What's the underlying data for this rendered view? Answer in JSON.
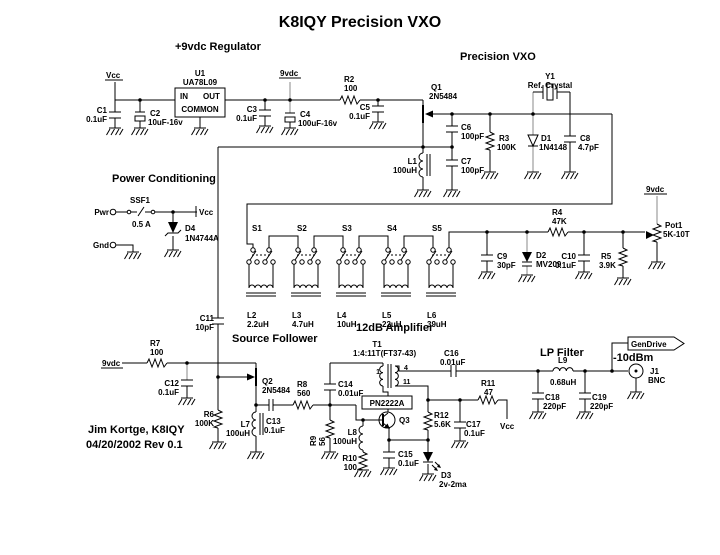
{
  "title": "K8IQY Precision VXO",
  "sections": {
    "regulator": "+9vdc Regulator",
    "vxo": "Precision VXO",
    "power_conditioning": "Power Conditioning",
    "source_follower": "Source Follower",
    "amplifier": "12dB Amplifier",
    "lp_filter": "LP Filter"
  },
  "credits": {
    "author": "Jim Kortge, K8IQY",
    "revision": "04/20/2002 Rev 0.1"
  },
  "nets": {
    "vcc": "Vcc",
    "v9": "9vdc",
    "pwr": "Pwr",
    "gnd": "Gnd"
  },
  "output": {
    "flag": "GenDrive",
    "level": "-10dBm"
  },
  "components": {
    "U1": {
      "ref": "U1",
      "value": "UA78L09",
      "pin_in": "IN",
      "pin_out": "OUT",
      "pin_common": "COMMON"
    },
    "C1": {
      "ref": "C1",
      "value": "0.1uF"
    },
    "C2": {
      "ref": "C2",
      "value": "10uF-16v"
    },
    "C3": {
      "ref": "C3",
      "value": "0.1uF"
    },
    "C4": {
      "ref": "C4",
      "value": "100uF-16v"
    },
    "C5": {
      "ref": "C5",
      "value": "0.1uF"
    },
    "R2": {
      "ref": "R2",
      "value": "100"
    },
    "Q1": {
      "ref": "Q1",
      "value": "2N5484"
    },
    "C6": {
      "ref": "C6",
      "value": "100pF"
    },
    "C7": {
      "ref": "C7",
      "value": "100pF"
    },
    "L1": {
      "ref": "L1",
      "value": "100uH"
    },
    "R3": {
      "ref": "R3",
      "value": "100K"
    },
    "D1": {
      "ref": "D1",
      "value": "1N4148"
    },
    "C8": {
      "ref": "C8",
      "value": "4.7pF"
    },
    "Y1": {
      "ref": "Y1",
      "value": "Ref. Crystal"
    },
    "SSF1": {
      "ref": "SSF1",
      "value": "0.5 A"
    },
    "D4": {
      "ref": "D4",
      "value": "1N4744A"
    },
    "C11": {
      "ref": "C11",
      "value": "10pF"
    },
    "S1": {
      "ref": "S1"
    },
    "S2": {
      "ref": "S2"
    },
    "S3": {
      "ref": "S3"
    },
    "S4": {
      "ref": "S4"
    },
    "S5": {
      "ref": "S5"
    },
    "L2": {
      "ref": "L2",
      "value": "2.2uH"
    },
    "L3": {
      "ref": "L3",
      "value": "4.7uH"
    },
    "L4": {
      "ref": "L4",
      "value": "10uH"
    },
    "L5": {
      "ref": "L5",
      "value": "22uH"
    },
    "L6": {
      "ref": "L6",
      "value": "39uH"
    },
    "C9": {
      "ref": "C9",
      "value": "30pF"
    },
    "D2": {
      "ref": "D2",
      "value": "MV209"
    },
    "C10": {
      "ref": "C10",
      "value": "0.1uF"
    },
    "R4": {
      "ref": "R4",
      "value": "47K"
    },
    "R5": {
      "ref": "R5",
      "value": "3.9K"
    },
    "Pot1": {
      "ref": "Pot1",
      "value": "5K-10T"
    },
    "R7": {
      "ref": "R7",
      "value": "100"
    },
    "C12": {
      "ref": "C12",
      "value": "0.1uF"
    },
    "R6": {
      "ref": "R6",
      "value": "100K"
    },
    "Q2": {
      "ref": "Q2",
      "value": "2N5484"
    },
    "L7": {
      "ref": "L7",
      "value": "100uH"
    },
    "C13": {
      "ref": "C13",
      "value": "0.1uF"
    },
    "R8": {
      "ref": "R8",
      "value": "560"
    },
    "C14": {
      "ref": "C14",
      "value": "0.01uF"
    },
    "R9": {
      "ref": "R9",
      "value": "56"
    },
    "T1": {
      "ref": "T1",
      "value": "1:4:11T(FT37-43)",
      "pin1": "1",
      "pin4": "4",
      "pin11": "11"
    },
    "Q3": {
      "ref": "Q3",
      "value": "PN2222A"
    },
    "L8": {
      "ref": "L8",
      "value": "100uH"
    },
    "R10": {
      "ref": "R10",
      "value": "100"
    },
    "C15": {
      "ref": "C15",
      "value": "0.1uF"
    },
    "R12": {
      "ref": "R12",
      "value": "5.6K"
    },
    "D3": {
      "ref": "D3",
      "value": "2v-2ma"
    },
    "C16": {
      "ref": "C16",
      "value": "0.01uF"
    },
    "R11": {
      "ref": "R11",
      "value": "47"
    },
    "C17": {
      "ref": "C17",
      "value": "0.1uF"
    },
    "L9": {
      "ref": "L9",
      "value": "0.68uH"
    },
    "C18": {
      "ref": "C18",
      "value": "220pF"
    },
    "C19": {
      "ref": "C19",
      "value": "220pF"
    },
    "J1": {
      "ref": "J1",
      "value": "BNC"
    }
  }
}
